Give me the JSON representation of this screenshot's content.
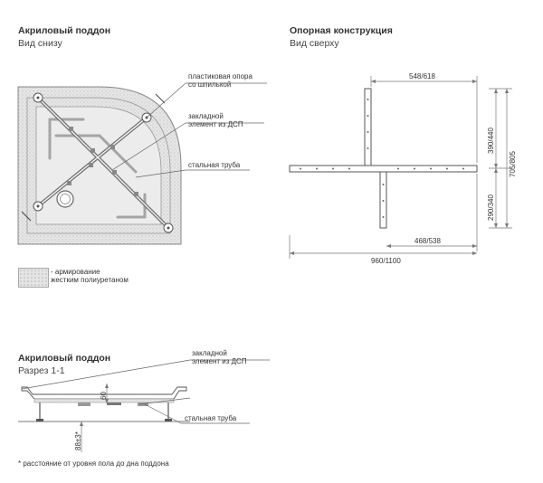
{
  "tray_bottom": {
    "title": "Акриловый поддон",
    "subtitle": "Вид снизу",
    "callouts": [
      {
        "line1": "пластиковая опора",
        "line2": "со шпилькой"
      },
      {
        "line1": "закладной",
        "line2": "элемент из ДСП"
      },
      {
        "line1": "стальная труба",
        "line2": ""
      }
    ]
  },
  "legend": {
    "line1": "- армирование",
    "line2": "жестким полиуретаном"
  },
  "support_frame": {
    "title": "Опорная конструкция",
    "subtitle": "Вид сверху",
    "dims": {
      "top": "548/618",
      "bottom_inner": "468/538",
      "overall_width": "960/1100",
      "right_upper": "390/440",
      "right_lower": "290/340",
      "overall_height": "705/805"
    }
  },
  "section": {
    "title": "Акриловый поддон",
    "subtitle": "Разрез 1-1",
    "callouts": [
      {
        "line1": "закладной",
        "line2": "элемент из ДСП"
      },
      {
        "line1": "стальная труба",
        "line2": ""
      }
    ],
    "dim_height": "60",
    "dim_floor": "88±3*"
  },
  "footnote": "* расстояние от уровня пола до дна поддона"
}
